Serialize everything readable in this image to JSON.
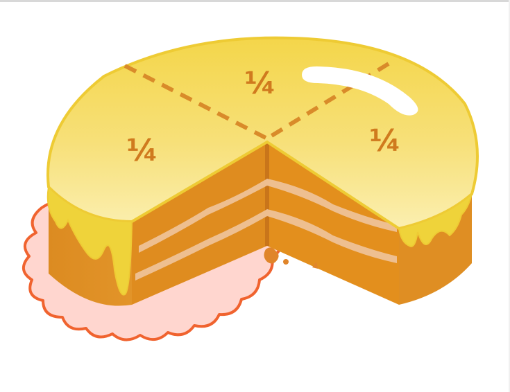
{
  "illustration": {
    "fractions": [
      "¼",
      "¼",
      "¼"
    ],
    "colors": {
      "doily_fill": "#ffd6cf",
      "doily_stroke": "#f0632f",
      "icing_top": "#f3d348",
      "icing_light": "#f9ea9a",
      "icing_drip": "#efd33a",
      "cake_side": "#d98a20",
      "cake_inner": "#e58f1f",
      "cake_dark": "#c9751a",
      "cream_layer": "#eebf90",
      "fraction_text": "#d07a1e",
      "highlight": "#ffffff"
    }
  }
}
